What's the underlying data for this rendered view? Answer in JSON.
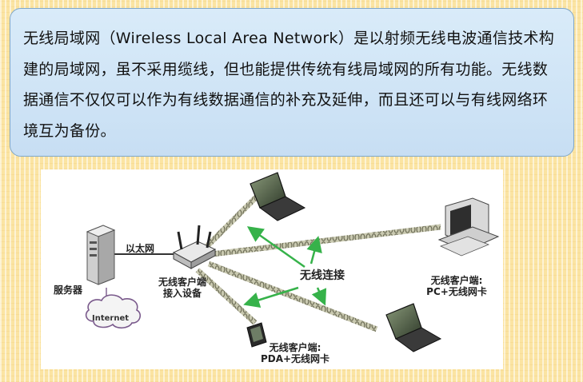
{
  "paragraph": "无线局域网（Wireless Local Area Network）是以射频无线电波通信技术构建的局域网，虽不采用缆线，但也能提供传统有线局域网的所有功能。无线数据通信不仅仅可以作为有线数据通信的补充及延伸，而且还可以与有线网络环境互为备份。",
  "diagram": {
    "ethernet_label": "以太网",
    "server_label": "服务器",
    "internet_label": "Internet",
    "access_device_label_1": "无线客户端",
    "access_device_label_2": "接入设备",
    "wireless_link_label": "无线连接",
    "pc_client_label_1": "无线客户端:",
    "pc_client_label_2": "PC+无线网卡",
    "pda_client_label_1": "无线客户端:",
    "pda_client_label_2": "PDA+无线网卡"
  },
  "colors": {
    "arrow": "#36b24a",
    "textbox_border": "#7fa6c8"
  }
}
